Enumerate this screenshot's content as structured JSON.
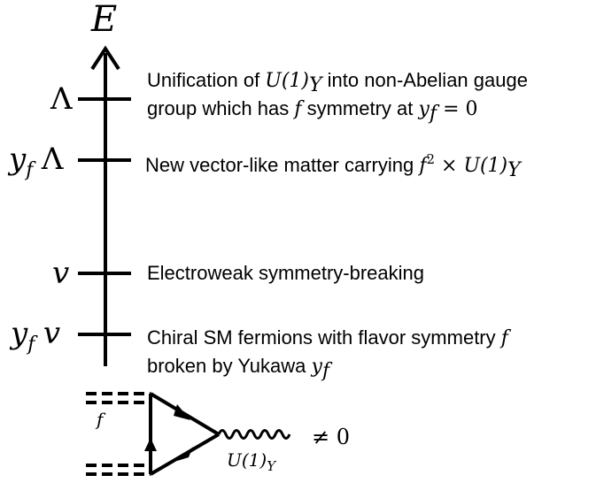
{
  "axis": {
    "title": "E"
  },
  "levels": [
    {
      "id": "lambda",
      "coupling": "",
      "scale": "Λ",
      "line1": {
        "pre": "Unification of ",
        "math": "U(1)",
        "sub": "Y",
        "post": " into non-Abelian gauge"
      },
      "line2": {
        "pre": "group which has ",
        "math1": "f",
        "mid": " symmetry at ",
        "math2": "y",
        "sub2": "f",
        "post": " = 0"
      }
    },
    {
      "id": "yf-lambda",
      "coupling": "y",
      "coupling_sub": "f",
      "scale": "Λ",
      "line1": {
        "pre": "New vector-like matter carrying ",
        "math": "f",
        "sup": "2",
        "times": " × ",
        "math2": "U(1)",
        "sub": "Y"
      }
    },
    {
      "id": "v",
      "coupling": "",
      "scale": "v",
      "line1": {
        "text": "Electroweak symmetry-breaking"
      }
    },
    {
      "id": "yf-v",
      "coupling": "y",
      "coupling_sub": "f",
      "scale": "v",
      "line1": {
        "pre": "Chiral SM fermions with flavor symmetry ",
        "math": "f"
      },
      "line2": {
        "pre": "broken by Yukawa ",
        "math": "y",
        "sub": "f"
      }
    }
  ],
  "diagram": {
    "fermion_label": "f",
    "boson_label_main": "U(1)",
    "boson_label_sub": "Y",
    "result": "≠ 0"
  }
}
